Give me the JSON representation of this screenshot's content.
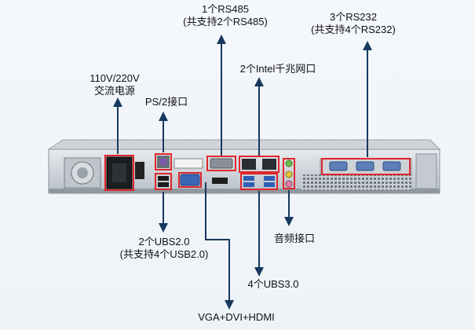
{
  "labels": {
    "rs485": {
      "line1": "1个RS485",
      "line2": "(共支持2个RS485)"
    },
    "rs232": {
      "line1": "3个RS232",
      "line2": "(共支持4个RS232)"
    },
    "intel_lan": {
      "line1": "2个Intel千兆网口"
    },
    "power": {
      "line1": "110V/220V",
      "line2": "交流电源"
    },
    "ps2": {
      "line1": "PS/2接口"
    },
    "usb2": {
      "line1": "2个UBS2.0",
      "line2": "(共支持4个USB2.0)"
    },
    "audio": {
      "line1": "音频接口"
    },
    "usb3": {
      "line1": "4个UBS3.0"
    },
    "video": {
      "line1": "VGA+DVI+HDMI"
    }
  },
  "colors": {
    "arrow": "#17395f",
    "highlight": "#e0262b",
    "chassis_light": "#d9dde2",
    "chassis_dark": "#9aa2ab"
  }
}
